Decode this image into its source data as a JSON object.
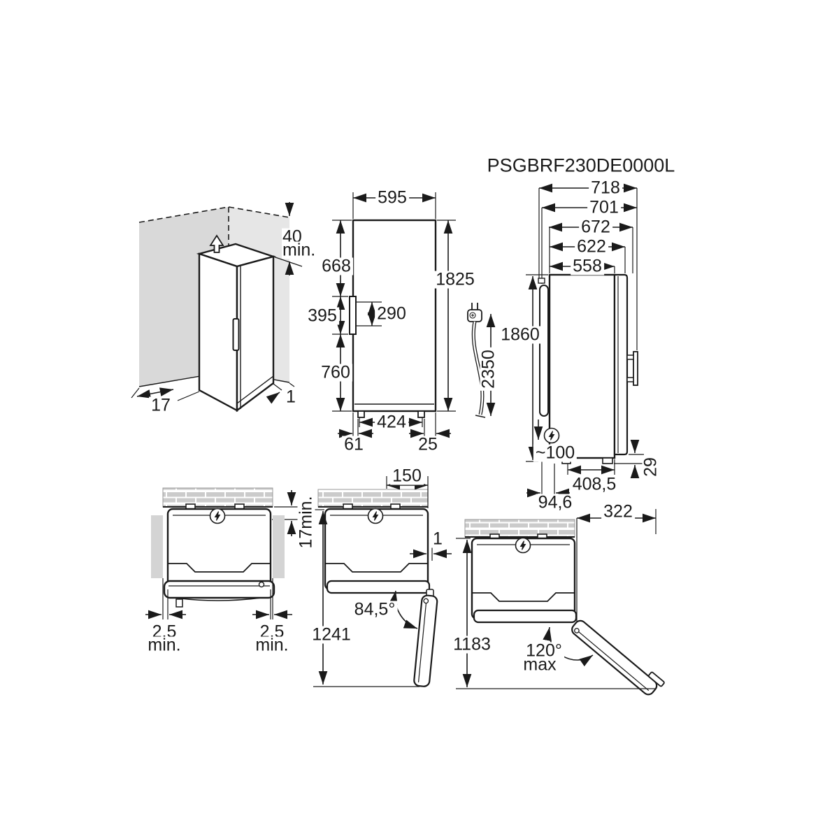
{
  "title": "PSGBRF230DE0000L",
  "iso": {
    "clearance_top": "40",
    "clearance_top_unit": "min.",
    "gap_left": "17",
    "gap_right": "1"
  },
  "front": {
    "width": "595",
    "height_total": "1825",
    "upper_section": "668",
    "handle_zone": "395",
    "handle_length": "290",
    "lower_section": "760",
    "feet_distance": "424",
    "foot_offset_left": "61",
    "foot_offset_right": "25"
  },
  "side": {
    "depth_overall": "718",
    "depth_701": "701",
    "depth_672": "672",
    "depth_622": "622",
    "depth_body": "558",
    "height": "1860",
    "cable_length": "2350",
    "socket_height": "~100",
    "bottom_depth": "408,5",
    "rear_offset": "94,6",
    "door_bottom": "29"
  },
  "top_closed": {
    "rear_gap": "17min.",
    "left_gap_value": "2,5",
    "left_gap_unit": "min.",
    "right_gap_value": "2,5",
    "right_gap_unit": "min."
  },
  "door_845": {
    "hinge_wall": "150",
    "side_gap": "1",
    "open_depth": "1241",
    "angle": "84,5°"
  },
  "door_120": {
    "open_width": "322",
    "open_depth": "1183",
    "angle": "120°",
    "angle_unit": "max"
  },
  "colors": {
    "line": "#1a1a1a",
    "wall_left": "#d9d9d9",
    "wall_right": "#e6e6e6",
    "brick": "#cbcbcb",
    "panel": "#d4d4d4"
  },
  "icons": [
    "lightning-icon",
    "plug-icon",
    "level-arrow-icon"
  ]
}
